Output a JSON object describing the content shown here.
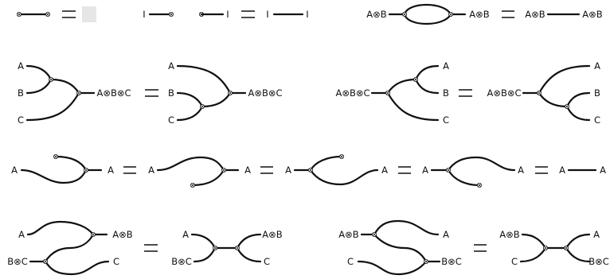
{
  "labels": {
    "unit": "I",
    "A": "A",
    "B": "B",
    "C": "C",
    "AB": "A⊗B",
    "BC": "B⊗C",
    "ABC": "A⊗B⊗C"
  }
}
